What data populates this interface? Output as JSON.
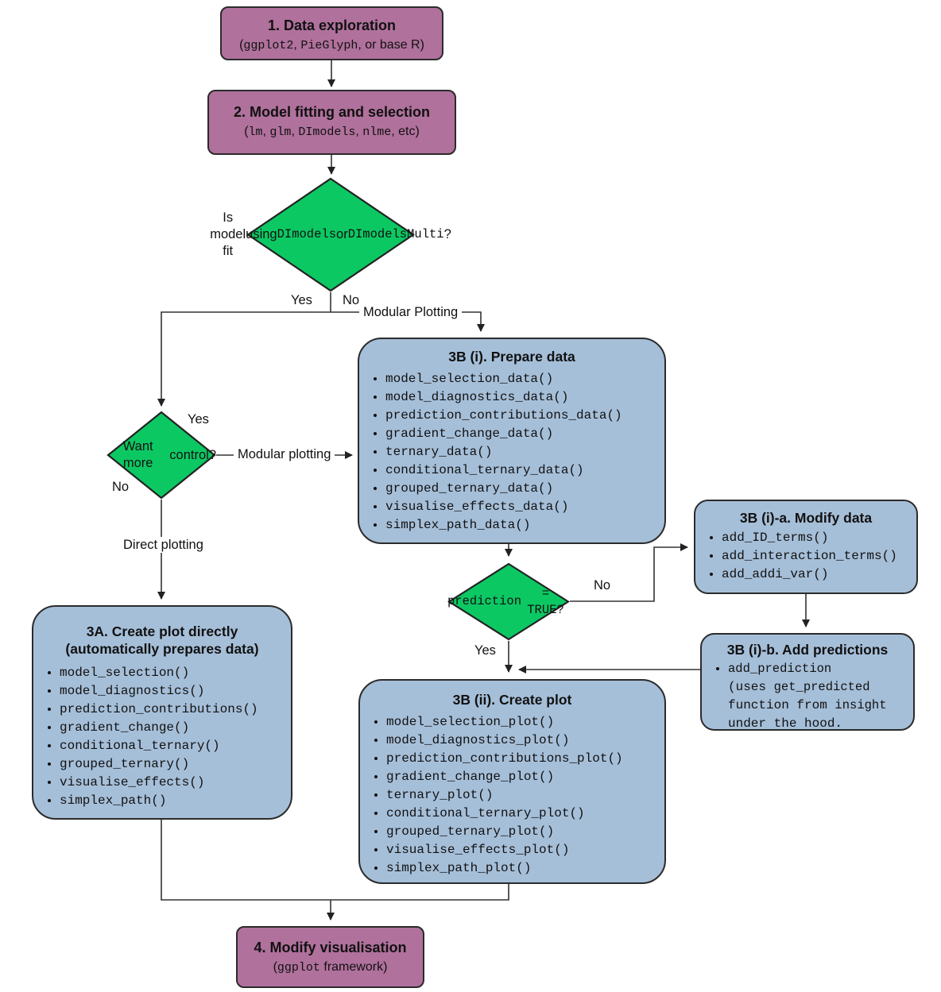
{
  "colors": {
    "purple": "#b0719c",
    "green": "#0cc863",
    "blue": "#a6bfd9",
    "line": "#2b2b2b"
  },
  "nodes": {
    "data_exploration": {
      "title": "1. Data exploration",
      "subtitle": [
        {
          "t": "("
        },
        {
          "t": "ggplot2",
          "mono": true
        },
        {
          "t": ", "
        },
        {
          "t": "PieGlyph",
          "mono": true
        },
        {
          "t": ", or base R)"
        }
      ]
    },
    "model_fitting": {
      "title": "2. Model fitting and selection",
      "subtitle": [
        {
          "t": "("
        },
        {
          "t": "lm",
          "mono": true
        },
        {
          "t": ", "
        },
        {
          "t": "glm",
          "mono": true
        },
        {
          "t": ", "
        },
        {
          "t": "DImodels",
          "mono": true
        },
        {
          "t": ", "
        },
        {
          "t": "nlme",
          "mono": true
        },
        {
          "t": ", etc)"
        }
      ]
    },
    "decision_model_fit": {
      "text": [
        {
          "t": "Is model fit"
        },
        {
          "br": true
        },
        {
          "t": "using "
        },
        {
          "t": "DImodels",
          "mono": true
        },
        {
          "t": " or"
        },
        {
          "br": true
        },
        {
          "t": "DImodelsMulti",
          "mono": true
        },
        {
          "t": "?"
        }
      ]
    },
    "decision_more_control": {
      "text": [
        {
          "t": "Want more"
        },
        {
          "br": true
        },
        {
          "t": "control?"
        }
      ]
    },
    "decision_prediction": {
      "text": [
        {
          "t": "prediction",
          "mono": true
        },
        {
          "br": true
        },
        {
          "t": "= TRUE?",
          "mono": true
        }
      ]
    },
    "prepare_data": {
      "title": "3B (i). Prepare data",
      "items": [
        "model_selection_data()",
        "model_diagnostics_data()",
        "prediction_contributions_data()",
        "gradient_change_data()",
        "ternary_data()",
        "conditional_ternary_data()",
        "grouped_ternary_data()",
        "visualise_effects_data()",
        "simplex_path_data()"
      ]
    },
    "modify_data": {
      "title": "3B (i)-a. Modify data",
      "items": [
        "add_ID_terms()",
        "add_interaction_terms()",
        "add_addi_var()"
      ]
    },
    "add_predictions": {
      "title": "3B (i)-b. Add predictions",
      "item": [
        {
          "t": "add_prediction",
          "mono": true
        },
        {
          "br": true
        },
        {
          "t": "(uses "
        },
        {
          "t": "get_predicted",
          "mono": true
        },
        {
          "br": true
        },
        {
          "t": "function from "
        },
        {
          "t": "insight",
          "mono": true
        },
        {
          "br": true
        },
        {
          "t": "under the hood."
        }
      ]
    },
    "create_plot_directly": {
      "title_line1": "3A. Create plot directly",
      "title_line2": "(automatically prepares data)",
      "items": [
        "model_selection()",
        "model_diagnostics()",
        "prediction_contributions()",
        "gradient_change()",
        "conditional_ternary()",
        "grouped_ternary()",
        "visualise_effects()",
        "simplex_path()"
      ]
    },
    "create_plot": {
      "title": "3B (ii). Create plot",
      "items": [
        "model_selection_plot()",
        "model_diagnostics_plot()",
        "prediction_contributions_plot()",
        "gradient_change_plot()",
        "ternary_plot()",
        "conditional_ternary_plot()",
        "grouped_ternary_plot()",
        "visualise_effects_plot()",
        "simplex_path_plot()"
      ]
    },
    "modify_visualisation": {
      "title": "4. Modify visualisation",
      "subtitle": [
        {
          "t": "("
        },
        {
          "t": "ggplot",
          "mono": true
        },
        {
          "t": " framework)"
        }
      ]
    }
  },
  "edge_labels": {
    "yes_model_fit": "Yes",
    "no_model_fit": "No",
    "modular_plotting_top": "Modular Plotting",
    "yes_more_control": "Yes",
    "modular_plotting_mid": "Modular plotting",
    "no_more_control": "No",
    "direct_plotting": "Direct plotting",
    "no_prediction": "No",
    "yes_prediction": "Yes"
  }
}
